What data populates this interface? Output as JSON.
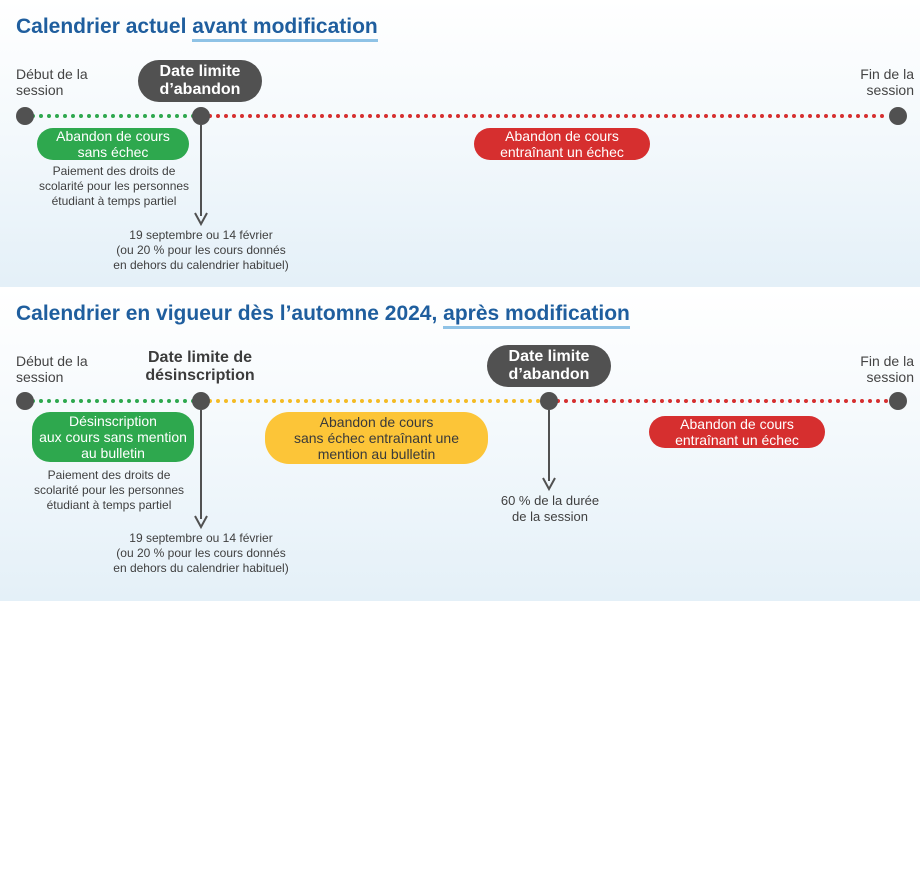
{
  "colors": {
    "title": "#1f5e9e",
    "green": "#2ea84e",
    "red": "#d62f2f",
    "yellow": "#fcc538",
    "dark": "#515151"
  },
  "section1": {
    "title_prefix": "Calendrier actuel ",
    "title_highlight": "avant modification",
    "start_label": [
      "Début de la",
      "session"
    ],
    "end_label": [
      "Fin de la",
      "session"
    ],
    "deadline_pill": [
      "Date limite",
      "d’abandon"
    ],
    "green_pill": [
      "Abandon de cours",
      "sans échec"
    ],
    "red_pill": [
      "Abandon de cours",
      "entraînant un échec"
    ],
    "fees_note": [
      "Paiement des droits de",
      "scolarité pour les personnes",
      "étudiant à temps partiel"
    ],
    "date_note": [
      "19 septembre ou 14 février",
      "(ou 20 % pour les cours donnés",
      "en dehors du calendrier habituel)"
    ]
  },
  "section2": {
    "title_prefix": "Calendrier en vigueur dès l’automne 2024, ",
    "title_highlight": "après modification",
    "start_label": [
      "Début de la",
      "session"
    ],
    "end_label": [
      "Fin de la",
      "session"
    ],
    "unenroll_label": [
      "Date limite de",
      "désinscription"
    ],
    "deadline_pill": [
      "Date limite",
      "d’abandon"
    ],
    "green_pill": [
      "Désinscription",
      "aux cours sans mention",
      "au bulletin"
    ],
    "yellow_pill": [
      "Abandon de cours",
      "sans échec entraînant une",
      "mention au bulletin"
    ],
    "red_pill": [
      "Abandon de cours",
      "entraînant un échec"
    ],
    "fees_note": [
      "Paiement des droits de",
      "scolarité pour les personnes",
      "étudiant à temps partiel"
    ],
    "date_note": [
      "19 septembre ou 14 février",
      "(ou 20 % pour les cours donnés",
      "en dehors du calendrier habituel)"
    ],
    "duration_note": [
      "60 % de la durée",
      "de la session"
    ]
  }
}
